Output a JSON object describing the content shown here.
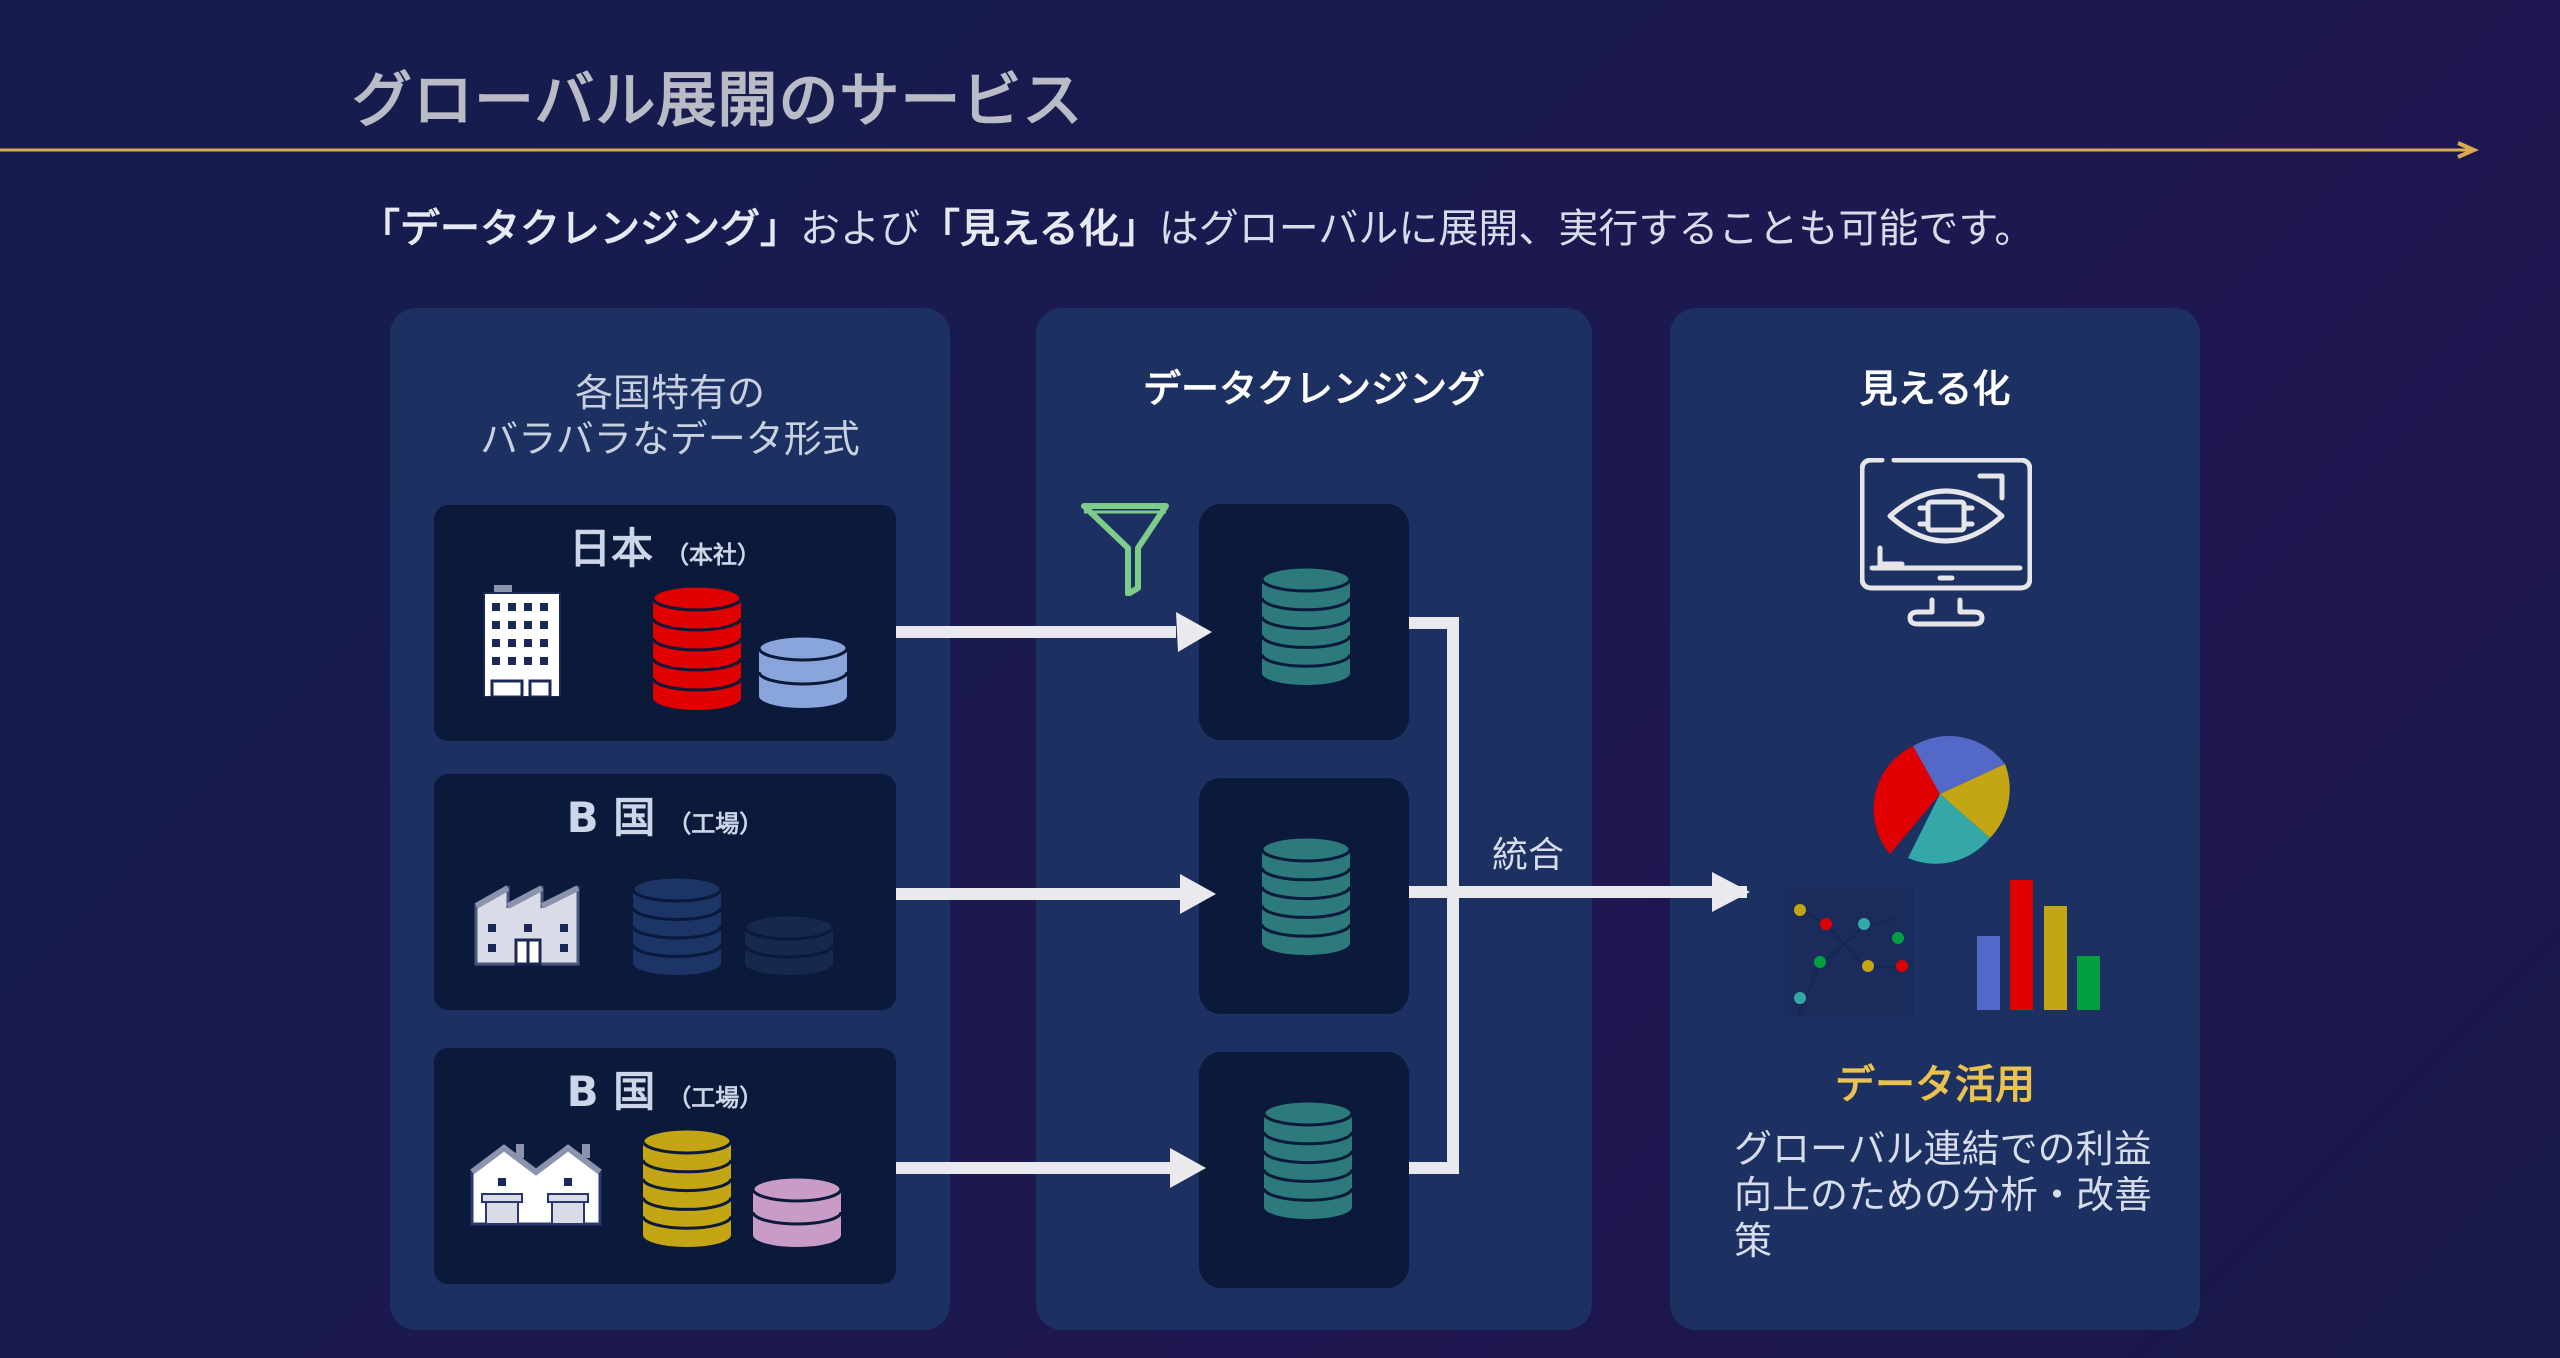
{
  "header": {
    "title": "グローバル展開のサービス",
    "accent_color": "#d9aa4f"
  },
  "subtitle": {
    "part1_bold": "「データクレンジング」",
    "part2": "および",
    "part3_bold": "「見える化」",
    "part4": "はグローバルに展開、実行することも可能です。"
  },
  "sources_panel": {
    "heading_line1": "各国特有の",
    "heading_line2": "バラバラなデータ形式",
    "sources": [
      {
        "name": "日本",
        "role": "（本社）",
        "facility_icon": "office-building-icon",
        "db_colors": [
          "#e00000",
          "#8aa4dc"
        ]
      },
      {
        "name": "B 国",
        "role": "（工場）",
        "facility_icon": "factory-icon",
        "db_colors": [
          "#1d3466",
          "#16294c"
        ]
      },
      {
        "name": "B 国",
        "role": "（工場）",
        "facility_icon": "warehouse-icon",
        "db_colors": [
          "#c4a514",
          "#c89cc6"
        ]
      }
    ]
  },
  "cleansing_panel": {
    "heading": "データクレンジング",
    "filter_icon": "funnel-icon",
    "filter_color": "#7dcc8a",
    "db_color": "#2c7a7b",
    "merge_label": "統合"
  },
  "visualization_panel": {
    "heading": "見える化",
    "monitor_icon": "monitor-eye-icon",
    "charts_icon": "charts-icon",
    "chart_colors": [
      "#e00000",
      "#5468c8",
      "#c4a514",
      "#34a8a8",
      "#00a040"
    ],
    "use_title": "データ活用",
    "use_title_color": "#e9c24f",
    "use_description": "グローバル連結での利益向上のための分析・改善策"
  }
}
